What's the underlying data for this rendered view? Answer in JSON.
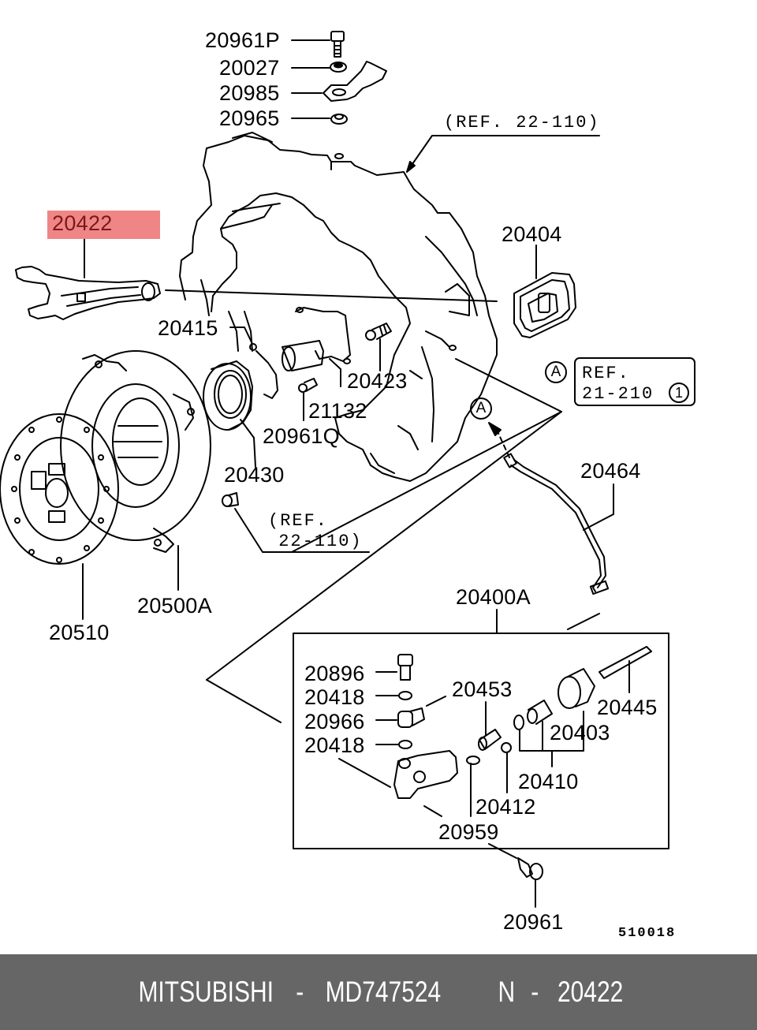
{
  "diagram": {
    "title": "Clutch assembly exploded parts diagram",
    "highlight_color": "#f08585",
    "drawing_number": "510018",
    "highlighted_part": "20422",
    "labels": {
      "p20961P": "20961P",
      "p20027": "20027",
      "p20985": "20985",
      "p20965": "20965",
      "p20422": "20422",
      "p20404": "20404",
      "p20415": "20415",
      "p20423": "20423",
      "p21132": "21132",
      "p20961Q": "20961Q",
      "p20430": "20430",
      "p20464": "20464",
      "p20500A": "20500A",
      "p20510": "20510",
      "p20400A": "20400A",
      "p20896": "20896",
      "p20418a": "20418",
      "p20966": "20966",
      "p20418b": "20418",
      "p20453": "20453",
      "p20445": "20445",
      "p20403": "20403",
      "p20410": "20410",
      "p20412": "20412",
      "p20959": "20959",
      "p20961": "20961"
    },
    "refs": {
      "top_ref": "(REF. 22-110)",
      "mid_ref_line1": "(REF.",
      "mid_ref_line2": " 22-110)",
      "box_ref_line1": "REF.",
      "box_ref_line2": "21-210",
      "box_ref_circle": "1",
      "marker_a": "A",
      "marker_a2": "A"
    }
  },
  "footer": {
    "brand": "MITSUBISHI",
    "separator": "-",
    "part_number": "MD747524",
    "ref_prefix": "N",
    "ref_separator": "-",
    "ref_number": "20422"
  }
}
